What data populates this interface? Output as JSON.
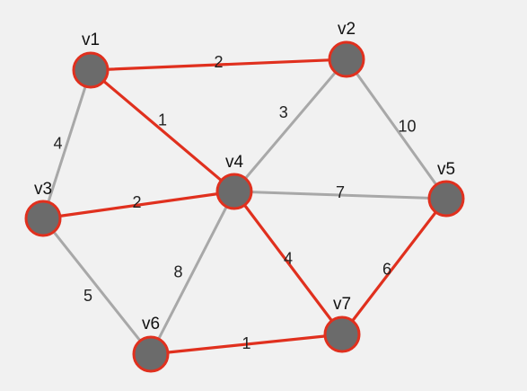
{
  "graph": {
    "colors": {
      "background": "#f1f1f1",
      "edge_default": "#a8a8a8",
      "edge_highlight": "#e0301e",
      "node_fill": "#6b6b6b",
      "node_outline": "#e0301e"
    },
    "nodes": [
      {
        "id": "v1",
        "label": "v1"
      },
      {
        "id": "v2",
        "label": "v2"
      },
      {
        "id": "v3",
        "label": "v3"
      },
      {
        "id": "v4",
        "label": "v4"
      },
      {
        "id": "v5",
        "label": "v5"
      },
      {
        "id": "v6",
        "label": "v6"
      },
      {
        "id": "v7",
        "label": "v7"
      }
    ],
    "edges": [
      {
        "from": "v1",
        "to": "v2",
        "weight": "2",
        "highlighted": true
      },
      {
        "from": "v1",
        "to": "v3",
        "weight": "4",
        "highlighted": false
      },
      {
        "from": "v1",
        "to": "v4",
        "weight": "1",
        "highlighted": true
      },
      {
        "from": "v2",
        "to": "v4",
        "weight": "3",
        "highlighted": false
      },
      {
        "from": "v2",
        "to": "v5",
        "weight": "10",
        "highlighted": false
      },
      {
        "from": "v3",
        "to": "v4",
        "weight": "2",
        "highlighted": true
      },
      {
        "from": "v3",
        "to": "v6",
        "weight": "5",
        "highlighted": false
      },
      {
        "from": "v4",
        "to": "v5",
        "weight": "7",
        "highlighted": false
      },
      {
        "from": "v4",
        "to": "v6",
        "weight": "8",
        "highlighted": false
      },
      {
        "from": "v4",
        "to": "v7",
        "weight": "4",
        "highlighted": true
      },
      {
        "from": "v5",
        "to": "v7",
        "weight": "6",
        "highlighted": true
      },
      {
        "from": "v6",
        "to": "v7",
        "weight": "1",
        "highlighted": true
      }
    ]
  }
}
